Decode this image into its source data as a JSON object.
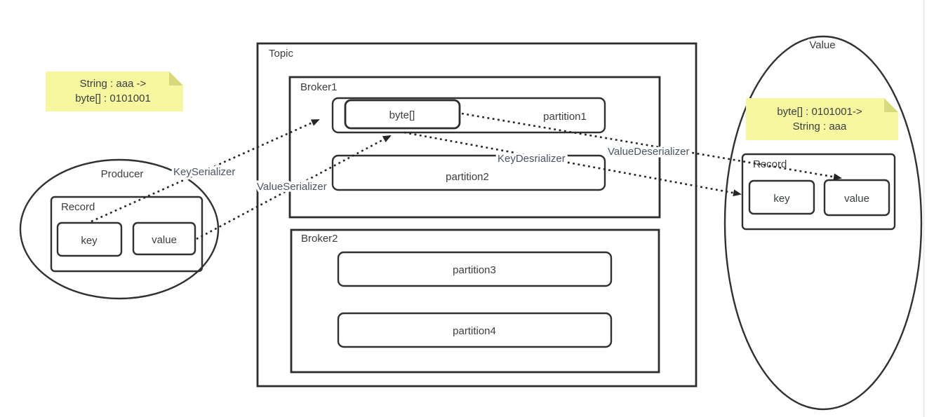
{
  "producer": {
    "label": "Producer",
    "record": {
      "title": "Record",
      "key_label": "key",
      "value_label": "value"
    },
    "note": {
      "line1": "String : aaa ->",
      "line2": "byte[] : 0101001"
    }
  },
  "topic": {
    "title": "Topic",
    "broker1": {
      "title": "Broker1",
      "byte_label": "byte[]",
      "partition1_label": "partition1",
      "partition2_label": "partition2"
    },
    "broker2": {
      "title": "Broker2",
      "partition3_label": "partition3",
      "partition4_label": "partition4"
    }
  },
  "consumer": {
    "label": "Value",
    "record": {
      "title": "Record",
      "key_label": "key",
      "value_label": "value"
    },
    "note": {
      "line1": "byte[] : 0101001->",
      "line2": "String : aaa"
    }
  },
  "arrows": {
    "key_serializer_label": "KeySerializer",
    "value_serializer_label": "ValueSerializer",
    "key_deserializer_label": "KeyDesrializer",
    "value_deserializer_label": "ValueDeserializer"
  },
  "colors": {
    "note_bg": "#f7f7a0",
    "note_fold": "#d8d87d",
    "shape_line": "#2f3133",
    "text": "#3a3e41",
    "arrow_label_text": "#4b5563",
    "divider": "#e4e4e4"
  }
}
